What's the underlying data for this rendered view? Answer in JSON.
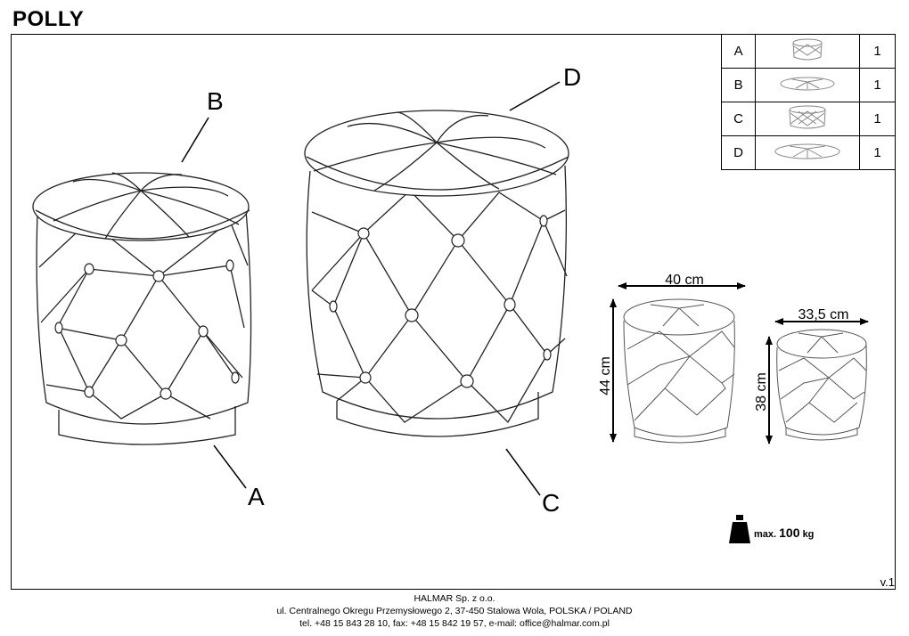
{
  "product_name": "POLLY",
  "parts": [
    {
      "letter": "A",
      "qty": "1",
      "icon": "base-cylinder-icon"
    },
    {
      "letter": "B",
      "qty": "1",
      "icon": "small-seat-cushion-icon"
    },
    {
      "letter": "C",
      "qty": "1",
      "icon": "large-body-cylinder-icon"
    },
    {
      "letter": "D",
      "qty": "1",
      "icon": "large-seat-cushion-icon"
    }
  ],
  "callouts": {
    "a": "A",
    "b": "B",
    "c": "C",
    "d": "D"
  },
  "dimensions": {
    "large_width": "40 cm",
    "large_height": "44 cm",
    "small_width": "33,5 cm",
    "small_height": "38 cm"
  },
  "max_load": {
    "prefix": "max.",
    "value": "100",
    "unit": "kg"
  },
  "version": "v.1",
  "footer": {
    "company": "HALMAR Sp. z o.o.",
    "address": "ul. Centralnego Okregu Przemysłowego 2, 37-450 Stalowa Wola, POLSKA / POLAND",
    "contact": "tel. +48 15 843 28 10, fax: +48 15 842 19 57, e-mail: office@halmar.com.pl"
  }
}
